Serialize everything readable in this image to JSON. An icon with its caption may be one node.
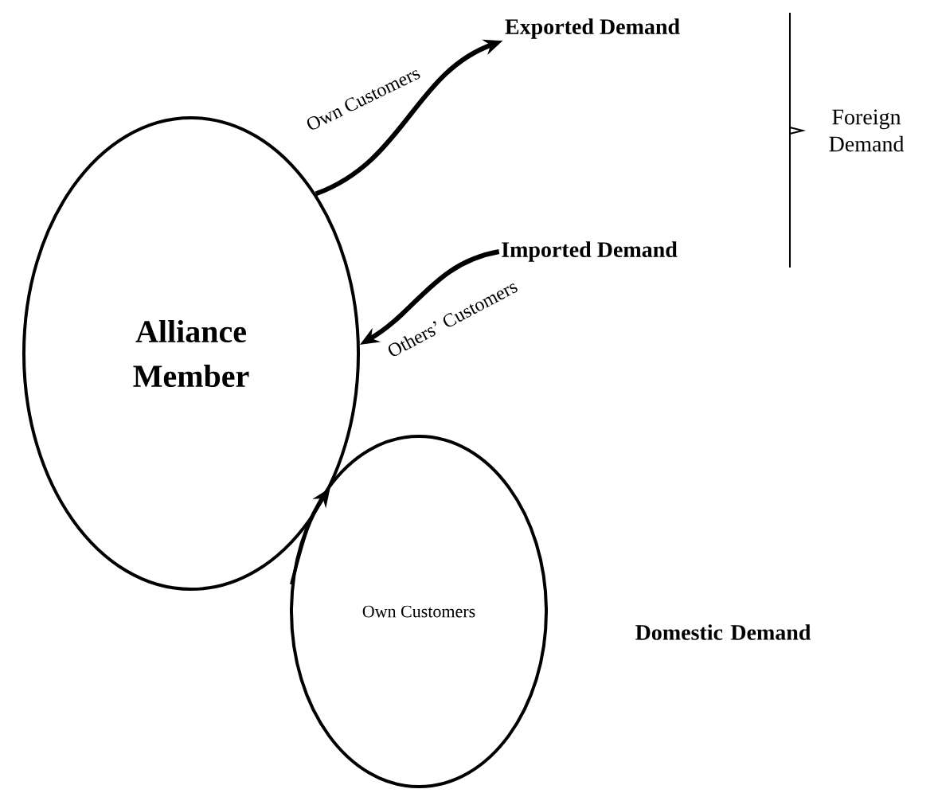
{
  "diagram": {
    "nodes": [
      {
        "text": [
          "Alliance Member"
        ]
      },
      {
        "text": [
          "Exported Demand"
        ]
      },
      {
        "text": [
          "Imported Demand"
        ]
      },
      {
        "text": [
          "Own Customers"
        ]
      }
    ],
    "edges": [
      {
        "from": 0,
        "to": 1,
        "arrow": "to",
        "label": "Own Customers"
      },
      {
        "from": 2,
        "to": 0,
        "arrow": "to",
        "label": "Others’ Customers"
      },
      {
        "from": 3,
        "to": 0,
        "arrow": "to"
      }
    ],
    "labels": [
      "Foreign Demand",
      "Domestic Demand"
    ]
  }
}
